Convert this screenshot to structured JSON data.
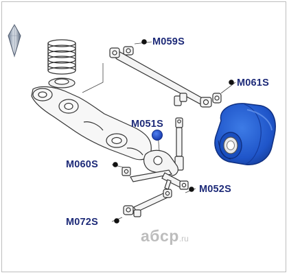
{
  "callouts": [
    {
      "id": "M059S",
      "label": "M059S"
    },
    {
      "id": "M061S",
      "label": "M061S"
    },
    {
      "id": "M051S",
      "label": "M051S"
    },
    {
      "id": "M060S",
      "label": "M060S"
    },
    {
      "id": "M052S",
      "label": "M052S"
    },
    {
      "id": "M072S",
      "label": "M072S"
    }
  ],
  "watermark": {
    "text": "aбcp",
    "tld": ".ru"
  },
  "colors": {
    "callout_text": "#1d2a78",
    "highlight_part": "#1846b8",
    "bushing_body": "#1f55c9",
    "drawing_line": "#333333",
    "watermark": "#bdbdbd"
  },
  "icons": [
    "brand-logo-icon",
    "highlighted-part-dot-icon",
    "callout-marker-icon"
  ]
}
